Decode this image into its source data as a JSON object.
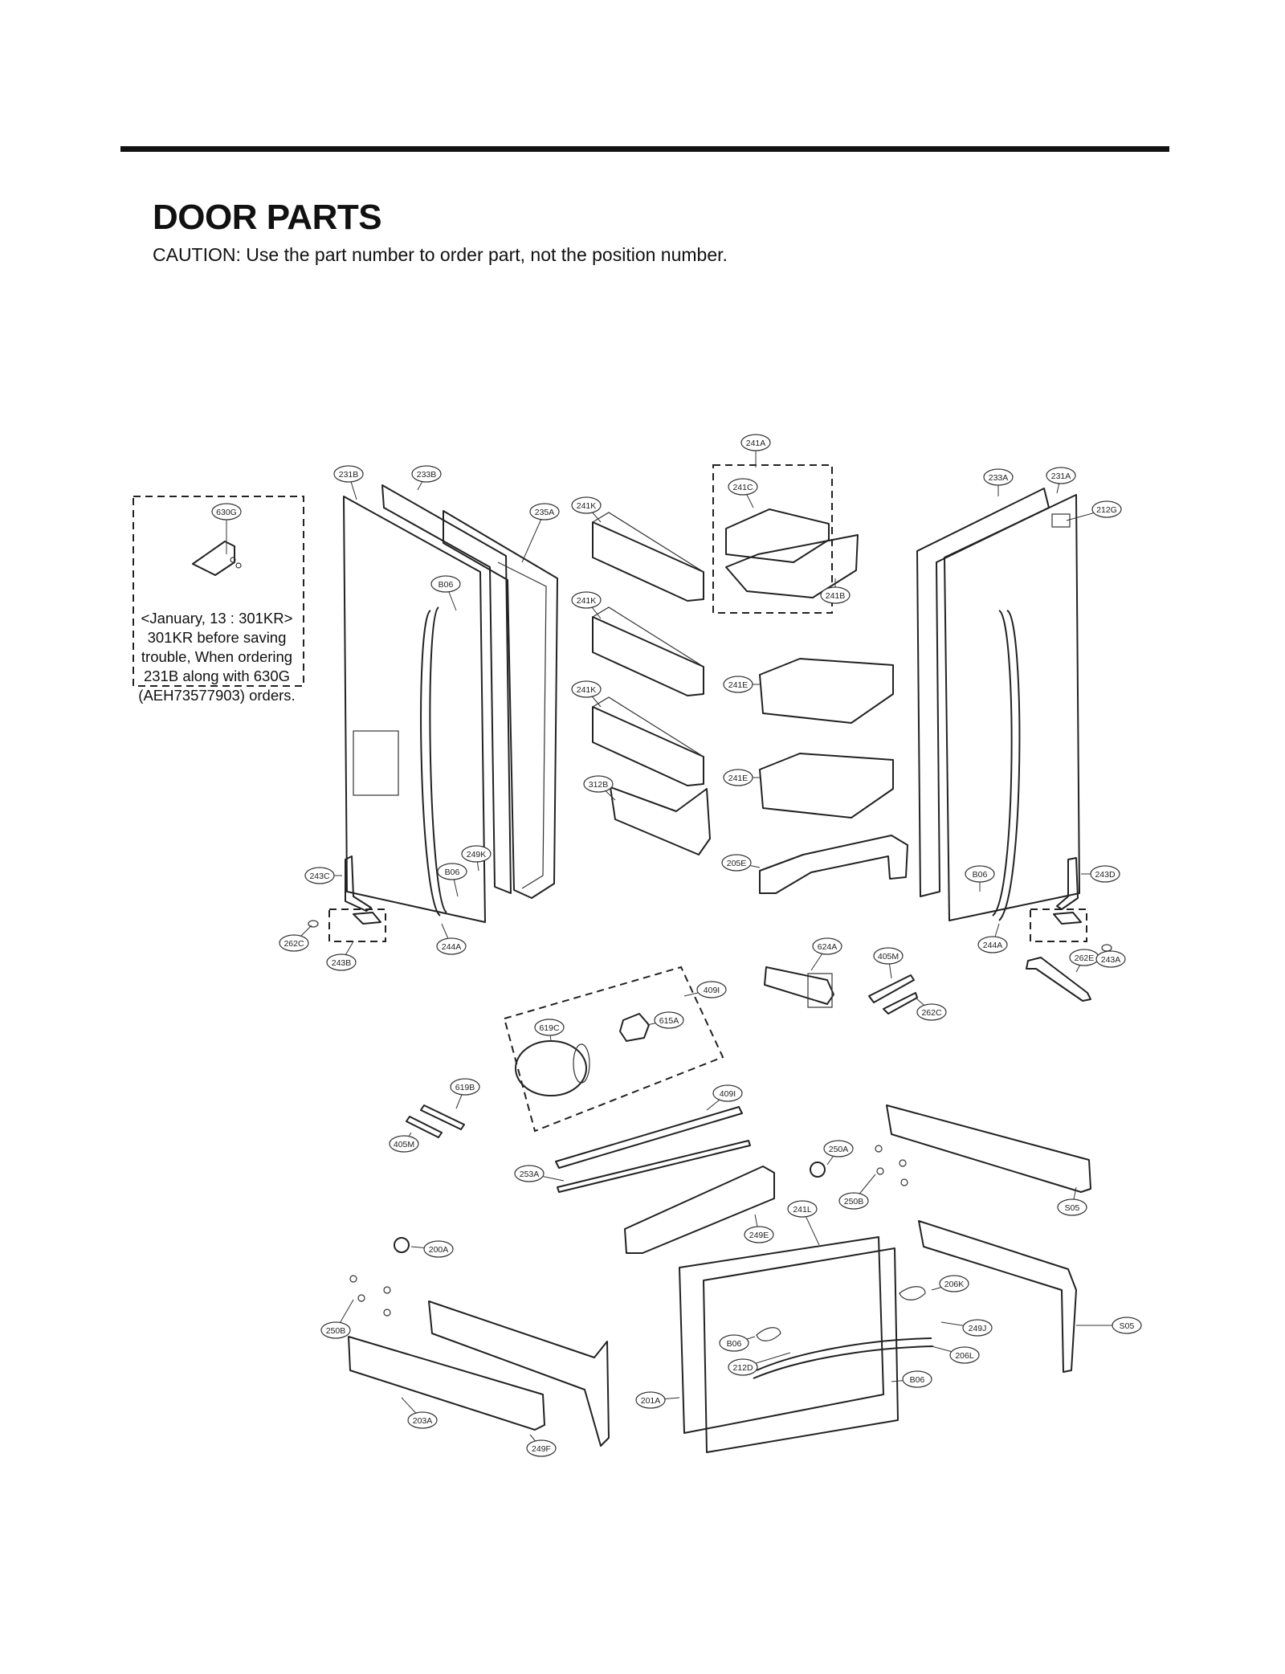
{
  "title": "DOOR PARTS",
  "caution": "CAUTION: Use the part number to order part, not the position number.",
  "note": {
    "lines": [
      "<January, 13 : 301KR>",
      "301KR before saving",
      "trouble, When ordering",
      "231B along with 630G",
      "(AEH73577903) orders."
    ]
  },
  "callouts": [
    "630G",
    "231B",
    "233B",
    "235A",
    "241K",
    "241A",
    "241C",
    "241B",
    "233A",
    "231A",
    "212G",
    "B06",
    "241K",
    "241E",
    "241K",
    "241E",
    "312B",
    "B06",
    "243C",
    "205E",
    "B06",
    "243D",
    "262C",
    "243B",
    "244A",
    "624A",
    "405M",
    "244A",
    "262E",
    "243A",
    "262C",
    "409I",
    "619C",
    "615A",
    "619B",
    "405M",
    "409I",
    "253A",
    "250A",
    "250B",
    "S05",
    "249E",
    "241L",
    "200A",
    "250B",
    "206K",
    "S05",
    "249J",
    "B06",
    "206L",
    "212D",
    "B06",
    "201A",
    "203A",
    "249F",
    "249K",
    "B06"
  ]
}
